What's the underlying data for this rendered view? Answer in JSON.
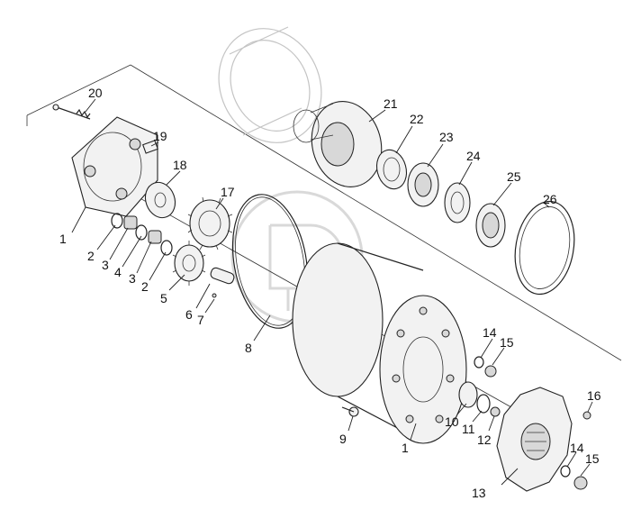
{
  "diagram": {
    "callouts": [
      "1",
      "2",
      "3",
      "4",
      "3",
      "2",
      "5",
      "6",
      "7",
      "8",
      "9",
      "1",
      "10",
      "11",
      "12",
      "13",
      "14",
      "15",
      "16",
      "14",
      "15",
      "17",
      "18",
      "19",
      "20",
      "21",
      "22",
      "23",
      "24",
      "25",
      "26"
    ]
  }
}
